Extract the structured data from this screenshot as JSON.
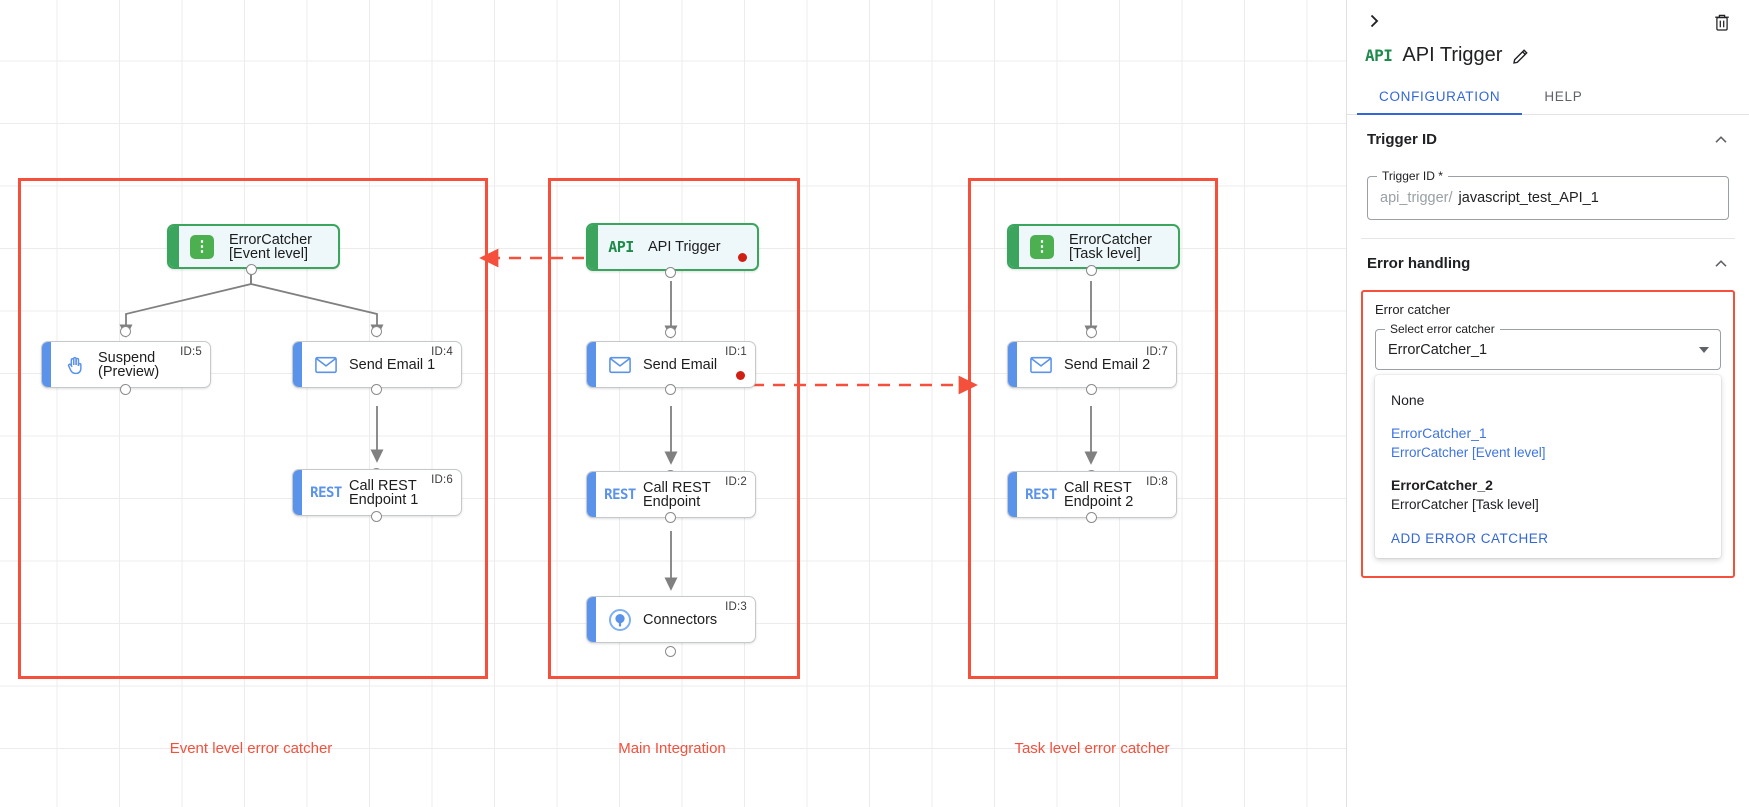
{
  "canvas": {
    "groups": [
      {
        "id": "event-level",
        "label": "Event level error catcher"
      },
      {
        "id": "main-integration",
        "label": "Main Integration"
      },
      {
        "id": "task-level",
        "label": "Task level error catcher"
      }
    ],
    "nodes": [
      {
        "key": "errorcatcher_event",
        "icon": "error-catcher-icon",
        "icon_glyph": "⋮",
        "label": "ErrorCatcher\n[Event level]",
        "id_badge": "",
        "type": "green",
        "red_dot": false
      },
      {
        "key": "suspend",
        "icon": "hand-icon",
        "icon_glyph": "✋",
        "label": "Suspend\n(Preview)",
        "id_badge": "ID:5",
        "type": "blue",
        "red_dot": false
      },
      {
        "key": "send_email_1",
        "icon": "envelope-icon",
        "icon_glyph": "✉",
        "label": "Send Email 1",
        "id_badge": "ID:4",
        "type": "blue",
        "red_dot": false
      },
      {
        "key": "call_rest_1",
        "icon": "rest-icon",
        "icon_glyph": "REST",
        "label": "Call REST\nEndpoint 1",
        "id_badge": "ID:6",
        "type": "blue",
        "red_dot": false
      },
      {
        "key": "api_trigger",
        "icon": "api-icon",
        "icon_glyph": "API",
        "label": "API Trigger",
        "id_badge": "",
        "type": "green",
        "red_dot": true
      },
      {
        "key": "send_email",
        "icon": "envelope-icon",
        "icon_glyph": "✉",
        "label": "Send Email",
        "id_badge": "ID:1",
        "type": "blue",
        "red_dot": true
      },
      {
        "key": "call_rest",
        "icon": "rest-icon",
        "icon_glyph": "REST",
        "label": "Call REST\nEndpoint",
        "id_badge": "ID:2",
        "type": "blue",
        "red_dot": false
      },
      {
        "key": "connectors",
        "icon": "connectors-icon",
        "icon_glyph": "◉",
        "label": "Connectors",
        "id_badge": "ID:3",
        "type": "blue",
        "red_dot": false
      },
      {
        "key": "errorcatcher_task",
        "icon": "error-catcher-icon",
        "icon_glyph": "⋮",
        "label": "ErrorCatcher\n[Task level]",
        "id_badge": "",
        "type": "green",
        "red_dot": false
      },
      {
        "key": "send_email_2",
        "icon": "envelope-icon",
        "icon_glyph": "✉",
        "label": "Send Email 2",
        "id_badge": "ID:7",
        "type": "blue",
        "red_dot": false
      },
      {
        "key": "call_rest_2",
        "icon": "rest-icon",
        "icon_glyph": "REST",
        "label": "Call REST\nEndpoint 2",
        "id_badge": "ID:8",
        "type": "blue",
        "red_dot": false
      }
    ]
  },
  "panel": {
    "collapse_icon": "chevron-right-icon",
    "delete_icon": "trash-icon",
    "title": "API Trigger",
    "title_icon": "api-icon",
    "edit_icon": "pencil-icon",
    "tabs": [
      {
        "key": "configuration",
        "label": "CONFIGURATION",
        "active": true
      },
      {
        "key": "help",
        "label": "HELP",
        "active": false
      }
    ],
    "trigger_id_section": {
      "heading": "Trigger ID",
      "field_legend": "Trigger ID *",
      "prefix": "api_trigger/",
      "value": "javascript_test_API_1"
    },
    "error_handling_section": {
      "heading": "Error handling",
      "error_catcher_label": "Error catcher",
      "select_legend": "Select error catcher",
      "select_value": "ErrorCatcher_1",
      "options": [
        {
          "primary": "None",
          "secondary": "",
          "selected": false,
          "bold": false
        },
        {
          "primary": "ErrorCatcher_1",
          "secondary": "ErrorCatcher [Event level]",
          "selected": true,
          "bold": false
        },
        {
          "primary": "ErrorCatcher_2",
          "secondary": "ErrorCatcher [Task level]",
          "selected": false,
          "bold": true
        }
      ],
      "add_action": "ADD ERROR CATCHER"
    }
  },
  "colors": {
    "accent_red": "#f4503c",
    "accent_blue": "#3367d6",
    "node_blue": "#5b93ea",
    "node_green": "#3ba55d",
    "status_red": "#d01f13"
  }
}
